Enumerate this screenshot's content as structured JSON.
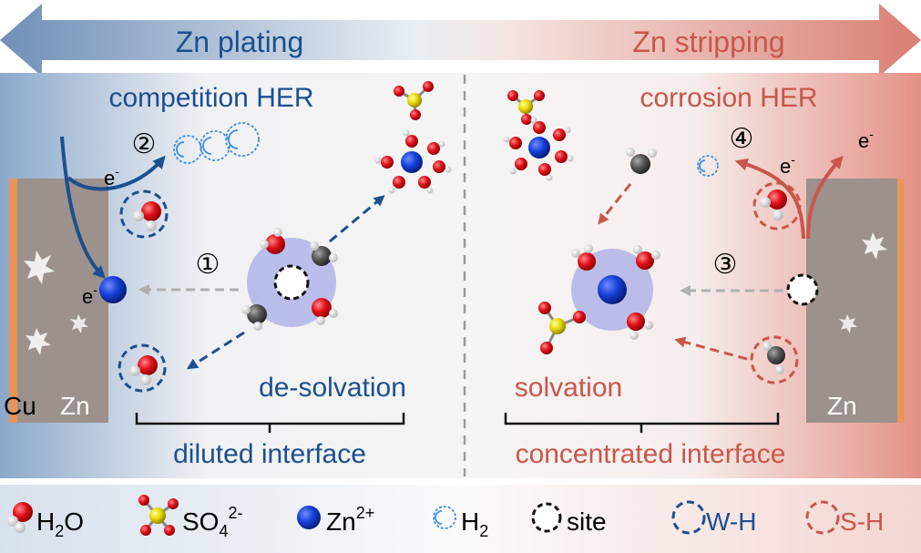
{
  "header": {
    "left_label": "Zn plating",
    "right_label": "Zn stripping"
  },
  "left_panel": {
    "title": "competition HER",
    "step_1": "①",
    "step_2": "②",
    "electron_top": "e",
    "electron_mid": "e",
    "electron_sup": "-",
    "process_label": "de-solvation",
    "interface_label": "diluted interface",
    "electrode_cu": "Cu",
    "electrode_zn": "Zn"
  },
  "right_panel": {
    "title": "corrosion HER",
    "step_3": "③",
    "step_4": "④",
    "electron_a": "e",
    "electron_b": "e",
    "electron_sup": "-",
    "process_label": "solvation",
    "interface_label": "concentrated interface",
    "electrode_zn": "Zn"
  },
  "legend": {
    "h2o": {
      "base": "H",
      "sub": "2",
      "tail": "O"
    },
    "so4": {
      "base": "SO",
      "sub": "4",
      "sup": "2-"
    },
    "zn": {
      "base": "Zn",
      "sup": "2+"
    },
    "h2": {
      "base": "H",
      "sub": "2"
    },
    "site": "site",
    "wh": "W-H",
    "sh": "S-H"
  },
  "colors": {
    "blue_text": "#1b4f8f",
    "red_text": "#c9564a",
    "zn_ion": "#1540d8",
    "oxygen": "#e0101a",
    "sulfur": "#e8d800",
    "carbon": "#555555",
    "hydrogen": "#e6e6e6",
    "electrode": "#9c918c",
    "copper": "#e8955a",
    "halo": "#a3a6e6"
  }
}
